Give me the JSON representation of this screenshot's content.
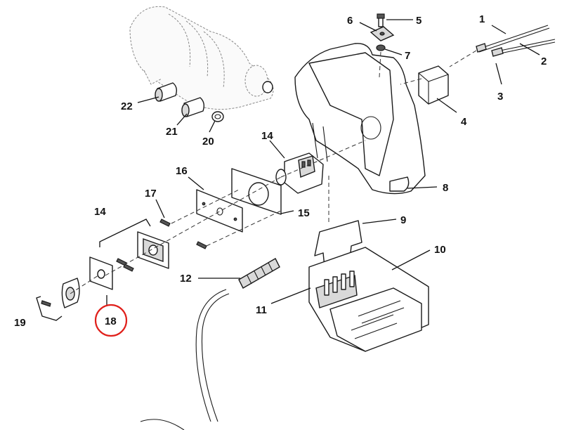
{
  "diagram": {
    "callouts": [
      {
        "id": "1",
        "label": "1"
      },
      {
        "id": "2",
        "label": "2"
      },
      {
        "id": "3",
        "label": "3"
      },
      {
        "id": "4",
        "label": "4"
      },
      {
        "id": "5",
        "label": "5"
      },
      {
        "id": "6",
        "label": "6"
      },
      {
        "id": "7",
        "label": "7"
      },
      {
        "id": "8",
        "label": "8"
      },
      {
        "id": "9",
        "label": "9"
      },
      {
        "id": "10",
        "label": "10"
      },
      {
        "id": "11",
        "label": "11"
      },
      {
        "id": "12",
        "label": "12"
      },
      {
        "id": "14a",
        "label": "14"
      },
      {
        "id": "14b",
        "label": "14"
      },
      {
        "id": "15",
        "label": "15"
      },
      {
        "id": "16",
        "label": "16"
      },
      {
        "id": "17",
        "label": "17"
      },
      {
        "id": "18",
        "label": "18"
      },
      {
        "id": "19",
        "label": "19"
      },
      {
        "id": "20",
        "label": "20"
      },
      {
        "id": "21",
        "label": "21"
      },
      {
        "id": "22",
        "label": "22"
      }
    ],
    "highlighted_callout": "18",
    "highlight_color": "#e0201b",
    "line_color": "#1a1a1a"
  }
}
